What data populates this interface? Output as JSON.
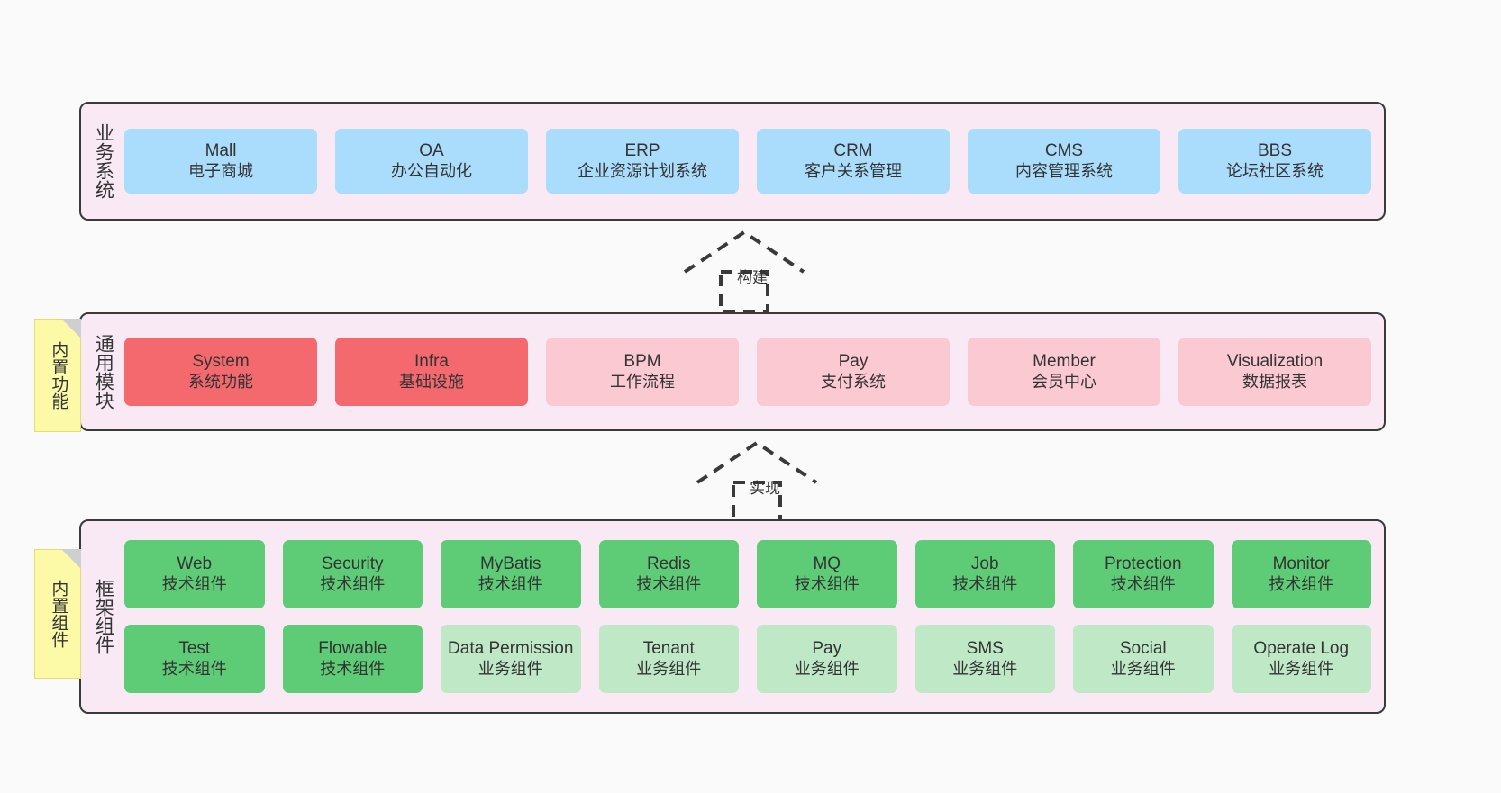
{
  "diagram": {
    "background": "#fafafa",
    "colors": {
      "layer_fill": "#f8e9f4",
      "layer_border": "#3a3a3a",
      "blue": "#aadcfb",
      "red": "#f3696d",
      "pink": "#fbc9d2",
      "green": "#5ecb76",
      "light_green": "#bfe8c6",
      "note_fill": "#fcfaa6",
      "note_fold": "#cfcfcf",
      "text": "#333333"
    }
  },
  "layers": {
    "business": {
      "title": "业务系统",
      "items": [
        {
          "en": "Mall",
          "cn": "电子商城",
          "color": "blue"
        },
        {
          "en": "OA",
          "cn": "办公自动化",
          "color": "blue"
        },
        {
          "en": "ERP",
          "cn": "企业资源计划系统",
          "color": "blue"
        },
        {
          "en": "CRM",
          "cn": "客户关系管理",
          "color": "blue"
        },
        {
          "en": "CMS",
          "cn": "内容管理系统",
          "color": "blue"
        },
        {
          "en": "BBS",
          "cn": "论坛社区系统",
          "color": "blue"
        }
      ]
    },
    "common": {
      "title": "通用模块",
      "items": [
        {
          "en": "System",
          "cn": "系统功能",
          "color": "red"
        },
        {
          "en": "Infra",
          "cn": "基础设施",
          "color": "red"
        },
        {
          "en": "BPM",
          "cn": "工作流程",
          "color": "pink"
        },
        {
          "en": "Pay",
          "cn": "支付系统",
          "color": "pink"
        },
        {
          "en": "Member",
          "cn": "会员中心",
          "color": "pink"
        },
        {
          "en": "Visualization",
          "cn": "数据报表",
          "color": "pink"
        }
      ]
    },
    "framework": {
      "title": "框架组件",
      "row1": [
        {
          "en": "Web",
          "cn": "技术组件",
          "color": "green"
        },
        {
          "en": "Security",
          "cn": "技术组件",
          "color": "green"
        },
        {
          "en": "MyBatis",
          "cn": "技术组件",
          "color": "green"
        },
        {
          "en": "Redis",
          "cn": "技术组件",
          "color": "green"
        },
        {
          "en": "MQ",
          "cn": "技术组件",
          "color": "green"
        },
        {
          "en": "Job",
          "cn": "技术组件",
          "color": "green"
        },
        {
          "en": "Protection",
          "cn": "技术组件",
          "color": "green"
        },
        {
          "en": "Monitor",
          "cn": "技术组件",
          "color": "green"
        }
      ],
      "row2": [
        {
          "en": "Test",
          "cn": "技术组件",
          "color": "green"
        },
        {
          "en": "Flowable",
          "cn": "技术组件",
          "color": "green"
        },
        {
          "en": "Data Permission",
          "cn": "业务组件",
          "color": "light_green"
        },
        {
          "en": "Tenant",
          "cn": "业务组件",
          "color": "light_green"
        },
        {
          "en": "Pay",
          "cn": "业务组件",
          "color": "light_green"
        },
        {
          "en": "SMS",
          "cn": "业务组件",
          "color": "light_green"
        },
        {
          "en": "Social",
          "cn": "业务组件",
          "color": "light_green"
        },
        {
          "en": "Operate Log",
          "cn": "业务组件",
          "color": "light_green"
        }
      ]
    }
  },
  "notes": {
    "builtin_function": "内置功能",
    "builtin_component": "内置组件"
  },
  "connectors": [
    {
      "name": "build",
      "label": "构建",
      "style": "dashed-hollow-arrow",
      "direction": "up"
    },
    {
      "name": "implement",
      "label": "实现",
      "style": "dashed-hollow-arrow",
      "direction": "up"
    }
  ]
}
